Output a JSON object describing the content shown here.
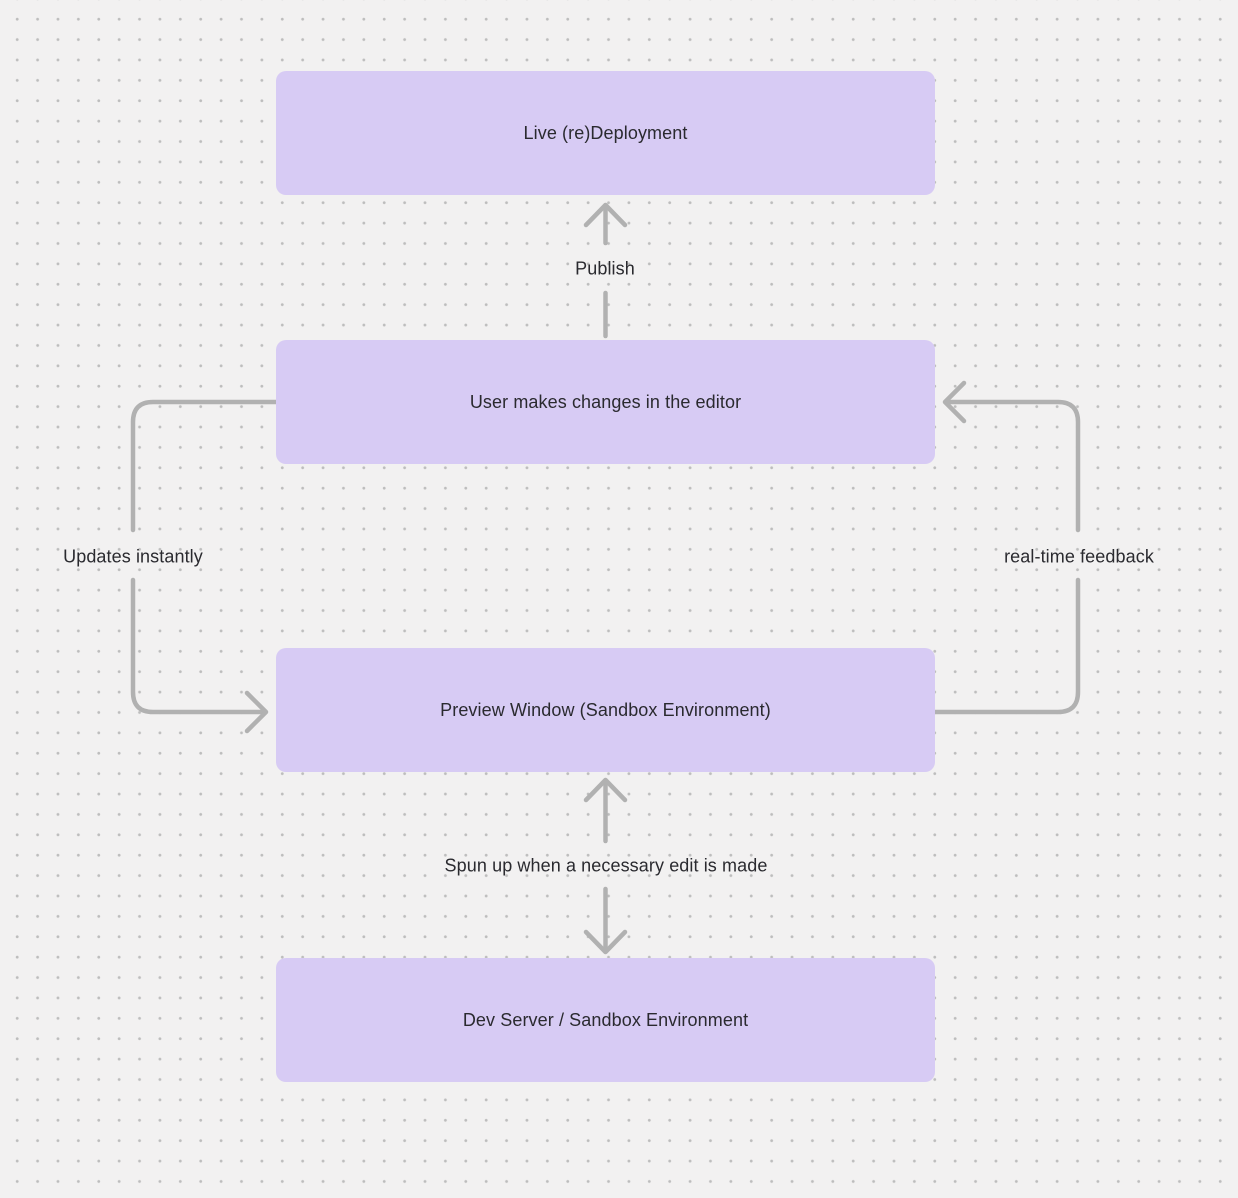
{
  "theme": {
    "background": "#f2f1f1",
    "dot_color": "#bdbdbd",
    "node_fill": "#d7cbf4",
    "text_color": "#2a2a2f",
    "connector_color": "#b1b1b1"
  },
  "diagram": {
    "type": "flowchart",
    "nodes": [
      {
        "id": "live-redeployment",
        "label": "Live (re)Deployment"
      },
      {
        "id": "user-editor",
        "label": "User makes changes in the editor"
      },
      {
        "id": "preview-window",
        "label": "Preview Window (Sandbox Environment)"
      },
      {
        "id": "dev-server",
        "label": "Dev Server / Sandbox Environment"
      }
    ],
    "edges": [
      {
        "id": "publish",
        "label": "Publish",
        "from": "user-editor",
        "to": "live-redeployment",
        "bidirectional": false
      },
      {
        "id": "updates-instantly",
        "label": "Updates instantly",
        "from": "user-editor",
        "to": "preview-window",
        "bidirectional": false
      },
      {
        "id": "real-time-feedback",
        "label": "real-time feedback",
        "from": "preview-window",
        "to": "user-editor",
        "bidirectional": false
      },
      {
        "id": "spun-up",
        "label": "Spun up when a necessary edit is made",
        "from": "preview-window",
        "to": "dev-server",
        "bidirectional": true
      }
    ]
  }
}
